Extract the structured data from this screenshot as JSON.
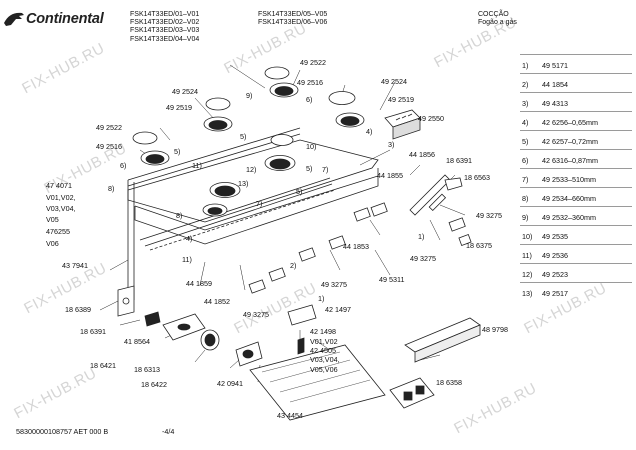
{
  "header": {
    "brand": "Continental",
    "models_col1": [
      "FSK14T33ED/01–V01",
      "FSK14T33ED/02–V02",
      "FSK14T33ED/03–V03",
      "FSK14T33ED/04–V04"
    ],
    "models_col2": [
      "FSK14T33ED/05–V05",
      "FSK14T33ED/06–V06"
    ],
    "section": [
      "COCÇÃO",
      "Fogão a gás"
    ]
  },
  "legend": [
    {
      "num": "1)",
      "text": "49 5171"
    },
    {
      "num": "2)",
      "text": "44 1854"
    },
    {
      "num": "3)",
      "text": "49 4313"
    },
    {
      "num": "4)",
      "text": "42 6256–0,65mm"
    },
    {
      "num": "5)",
      "text": "42 6257–0,72mm"
    },
    {
      "num": "6)",
      "text": "42 6316–0,87mm"
    },
    {
      "num": "7)",
      "text": "49 2533–510mm"
    },
    {
      "num": "8)",
      "text": "49 2534–660mm"
    },
    {
      "num": "9)",
      "text": "49 2532–360mm"
    },
    {
      "num": "10)",
      "text": "49 2535"
    },
    {
      "num": "11)",
      "text": "49 2536"
    },
    {
      "num": "12)",
      "text": "49 2523"
    },
    {
      "num": "13)",
      "text": "49 2517"
    }
  ],
  "parts": {
    "p492522_top": "49 2522",
    "p492516_top": "49 2516",
    "p492524_right": "49 2524",
    "p492524_left": "49 2524",
    "p492519_left": "49 2519",
    "p492519_right": "49 2519",
    "p492550": "49 2550",
    "p492522_left": "49 2522",
    "p492516_left": "49 2516",
    "p441856": "44 1856",
    "p186391_right": "18 6391",
    "p186563": "18 6563",
    "p441855": "44 1855",
    "p474071": "47 4071",
    "v01v02": "V01,V02,",
    "v03v04": "V03,V04,",
    "v05": "V05",
    "p476255": "476255",
    "v06": "V06",
    "p493275_right": "49 3275",
    "p186375": "18 6375",
    "p441853": "44 1853",
    "p493275_mid": "49 3275",
    "p495311": "49 5311",
    "p437941": "43 7941",
    "p441859": "44 1859",
    "p441852": "44 1852",
    "p493275_center": "49 3275",
    "p186389": "18 6389",
    "p186391_left": "18 6391",
    "p493275_bottom": "49 3275",
    "p421497": "42 1497",
    "p489798": "48 9798",
    "p418564": "41 8564",
    "p421498": "42 1498",
    "v01v02b": "V01,V02",
    "p424505": "42 4505",
    "v03v04b": "V03,V04,",
    "v05v06": "V05,V06",
    "p186421": "18 6421",
    "p186313": "18 6313",
    "p186422": "18 6422",
    "p420941": "42 0941",
    "p186358": "18 6358",
    "p434454": "43 4454"
  },
  "callouts": [
    "1)",
    "2)",
    "3)",
    "4)",
    "5)",
    "6)",
    "7)",
    "8)",
    "9)",
    "10)",
    "11)",
    "12)",
    "13)"
  ],
  "footer": {
    "doc_id": "58300000108757 AET 000 B",
    "page": "-4/4"
  },
  "watermark": "FIX-HUB.RU"
}
